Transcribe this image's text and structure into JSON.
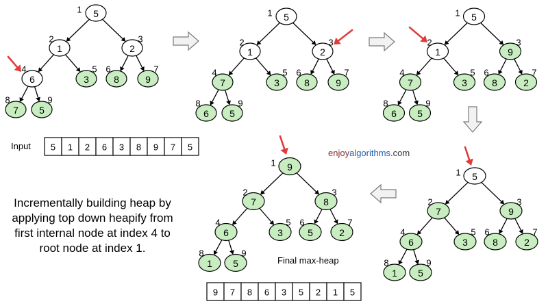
{
  "colors": {
    "highlight": "#c8edc0",
    "plain": "#ffffff",
    "pointer": "#e03c3c",
    "step_arrow": "#f2f2f2"
  },
  "labels": {
    "input": "Input",
    "final": "Final max-heap",
    "caption": "Incrementally building heap by applying top down heapify from first internal node at index 4 to root node at index 1.",
    "brand": {
      "part1": "enjoy",
      "part2": "algorithms",
      "part3": ".com"
    }
  },
  "arrays": {
    "input": [
      "5",
      "1",
      "2",
      "6",
      "3",
      "8",
      "9",
      "7",
      "5"
    ],
    "result": [
      "9",
      "7",
      "8",
      "6",
      "3",
      "5",
      "2",
      "1",
      "5"
    ]
  },
  "trees": [
    {
      "name": "step-1",
      "pointer_at": 4,
      "nodes": [
        {
          "index": "1",
          "value": "5",
          "hl": false
        },
        {
          "index": "2",
          "value": "1",
          "hl": false
        },
        {
          "index": "3",
          "value": "2",
          "hl": false
        },
        {
          "index": "4",
          "value": "6",
          "hl": false
        },
        {
          "index": "5",
          "value": "3",
          "hl": true
        },
        {
          "index": "6",
          "value": "8",
          "hl": true
        },
        {
          "index": "7",
          "value": "9",
          "hl": true
        },
        {
          "index": "8",
          "value": "7",
          "hl": true
        },
        {
          "index": "9",
          "value": "5",
          "hl": true
        }
      ]
    },
    {
      "name": "step-2",
      "pointer_at": 3,
      "nodes": [
        {
          "index": "1",
          "value": "5",
          "hl": false
        },
        {
          "index": "2",
          "value": "1",
          "hl": false
        },
        {
          "index": "3",
          "value": "2",
          "hl": false
        },
        {
          "index": "4",
          "value": "7",
          "hl": true
        },
        {
          "index": "5",
          "value": "3",
          "hl": true
        },
        {
          "index": "6",
          "value": "8",
          "hl": true
        },
        {
          "index": "7",
          "value": "9",
          "hl": true
        },
        {
          "index": "8",
          "value": "6",
          "hl": true
        },
        {
          "index": "9",
          "value": "5",
          "hl": true
        }
      ]
    },
    {
      "name": "step-3",
      "pointer_at": 2,
      "nodes": [
        {
          "index": "1",
          "value": "5",
          "hl": false
        },
        {
          "index": "2",
          "value": "1",
          "hl": false
        },
        {
          "index": "3",
          "value": "9",
          "hl": true
        },
        {
          "index": "4",
          "value": "7",
          "hl": true
        },
        {
          "index": "5",
          "value": "3",
          "hl": true
        },
        {
          "index": "6",
          "value": "8",
          "hl": true
        },
        {
          "index": "7",
          "value": "2",
          "hl": true
        },
        {
          "index": "8",
          "value": "6",
          "hl": true
        },
        {
          "index": "9",
          "value": "5",
          "hl": true
        }
      ]
    },
    {
      "name": "step-4",
      "pointer_at": 1,
      "nodes": [
        {
          "index": "1",
          "value": "5",
          "hl": false
        },
        {
          "index": "2",
          "value": "7",
          "hl": true
        },
        {
          "index": "3",
          "value": "9",
          "hl": true
        },
        {
          "index": "4",
          "value": "6",
          "hl": true
        },
        {
          "index": "5",
          "value": "3",
          "hl": true
        },
        {
          "index": "6",
          "value": "8",
          "hl": true
        },
        {
          "index": "7",
          "value": "2",
          "hl": true
        },
        {
          "index": "8",
          "value": "1",
          "hl": true
        },
        {
          "index": "9",
          "value": "5",
          "hl": true
        }
      ]
    },
    {
      "name": "final",
      "pointer_at": 1,
      "nodes": [
        {
          "index": "1",
          "value": "9",
          "hl": true
        },
        {
          "index": "2",
          "value": "7",
          "hl": true
        },
        {
          "index": "3",
          "value": "8",
          "hl": true
        },
        {
          "index": "4",
          "value": "6",
          "hl": true
        },
        {
          "index": "5",
          "value": "3",
          "hl": true
        },
        {
          "index": "6",
          "value": "5",
          "hl": true
        },
        {
          "index": "7",
          "value": "2",
          "hl": true
        },
        {
          "index": "8",
          "value": "1",
          "hl": true
        },
        {
          "index": "9",
          "value": "5",
          "hl": true
        }
      ]
    }
  ]
}
